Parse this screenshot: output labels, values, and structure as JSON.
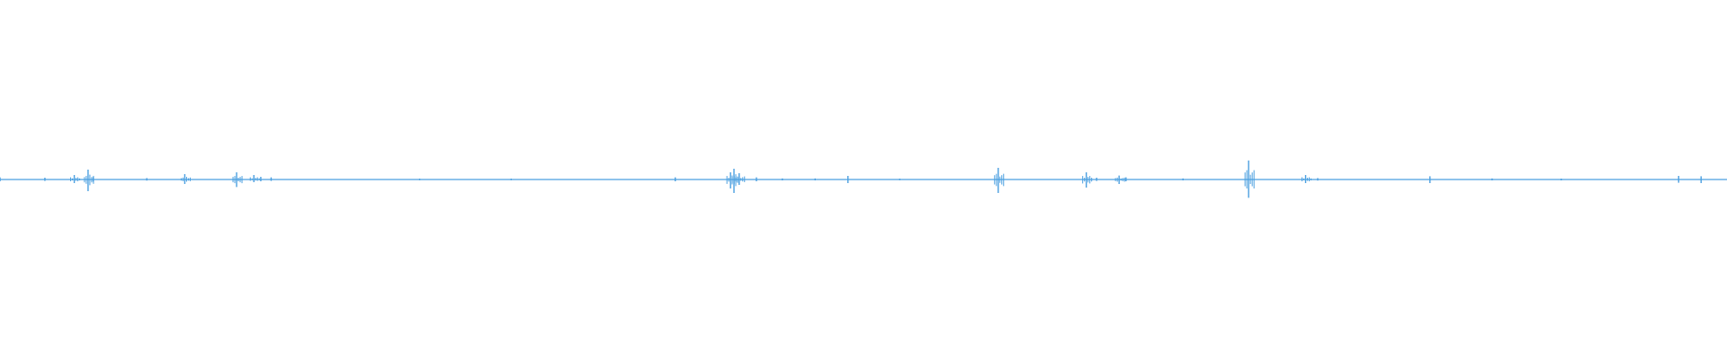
{
  "waveform": {
    "color": "#4a9fe0",
    "background": "#ffffff",
    "peaks": [
      {
        "t": 0.0,
        "up": 0.012,
        "down": 0.01
      },
      {
        "t": 0.026,
        "up": 0.01,
        "down": 0.008
      },
      {
        "t": 0.043,
        "up": 0.025,
        "down": 0.02
      },
      {
        "t": 0.051,
        "up": 0.055,
        "down": 0.065
      },
      {
        "t": 0.054,
        "up": 0.014,
        "down": 0.012
      },
      {
        "t": 0.085,
        "up": 0.008,
        "down": 0.006
      },
      {
        "t": 0.107,
        "up": 0.03,
        "down": 0.025
      },
      {
        "t": 0.137,
        "up": 0.04,
        "down": 0.042
      },
      {
        "t": 0.147,
        "up": 0.025,
        "down": 0.015
      },
      {
        "t": 0.151,
        "up": 0.015,
        "down": 0.01
      },
      {
        "t": 0.157,
        "up": 0.012,
        "down": 0.008
      },
      {
        "t": 0.243,
        "up": 0.005,
        "down": 0.004
      },
      {
        "t": 0.296,
        "up": 0.005,
        "down": 0.004
      },
      {
        "t": 0.391,
        "up": 0.012,
        "down": 0.01
      },
      {
        "t": 0.423,
        "up": 0.04,
        "down": 0.05
      },
      {
        "t": 0.425,
        "up": 0.06,
        "down": 0.075
      },
      {
        "t": 0.428,
        "up": 0.035,
        "down": 0.03
      },
      {
        "t": 0.438,
        "up": 0.012,
        "down": 0.01
      },
      {
        "t": 0.453,
        "up": 0.006,
        "down": 0.005
      },
      {
        "t": 0.472,
        "up": 0.006,
        "down": 0.005
      },
      {
        "t": 0.491,
        "up": 0.02,
        "down": 0.02
      },
      {
        "t": 0.521,
        "up": 0.005,
        "down": 0.004
      },
      {
        "t": 0.578,
        "up": 0.065,
        "down": 0.075
      },
      {
        "t": 0.629,
        "up": 0.04,
        "down": 0.045
      },
      {
        "t": 0.635,
        "up": 0.01,
        "down": 0.008
      },
      {
        "t": 0.648,
        "up": 0.022,
        "down": 0.025
      },
      {
        "t": 0.652,
        "up": 0.012,
        "down": 0.01
      },
      {
        "t": 0.685,
        "up": 0.006,
        "down": 0.005
      },
      {
        "t": 0.723,
        "up": 0.106,
        "down": 0.102
      },
      {
        "t": 0.756,
        "up": 0.025,
        "down": 0.02
      },
      {
        "t": 0.763,
        "up": 0.008,
        "down": 0.006
      },
      {
        "t": 0.828,
        "up": 0.018,
        "down": 0.02
      },
      {
        "t": 0.864,
        "up": 0.006,
        "down": 0.005
      },
      {
        "t": 0.904,
        "up": 0.005,
        "down": 0.005
      },
      {
        "t": 0.972,
        "up": 0.02,
        "down": 0.018
      },
      {
        "t": 0.985,
        "up": 0.018,
        "down": 0.02
      }
    ]
  }
}
